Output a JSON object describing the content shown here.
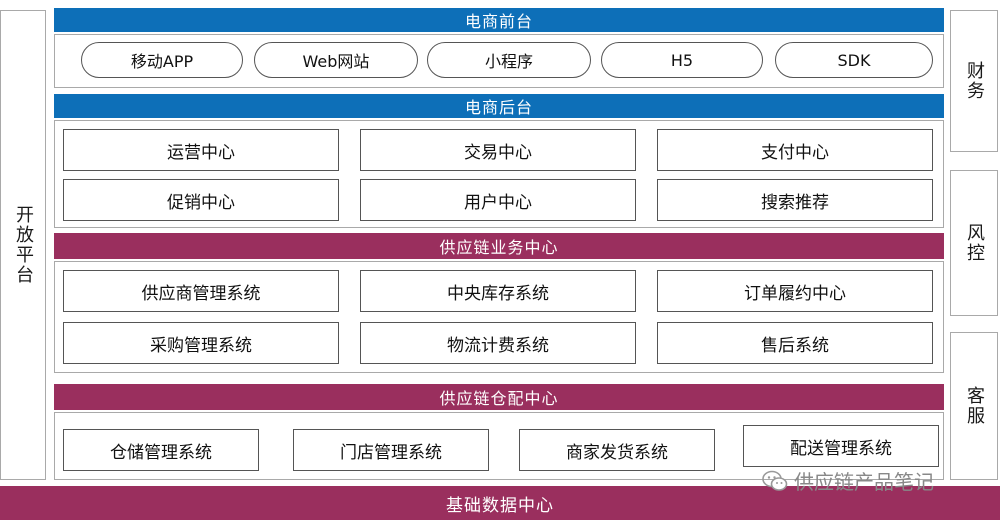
{
  "left_sidebar": {
    "label": "开放平台"
  },
  "right_sidebar": [
    {
      "label": "财务"
    },
    {
      "label": "风控"
    },
    {
      "label": "客服"
    }
  ],
  "frontend": {
    "title": "电商前台",
    "items": [
      "移动APP",
      "Web网站",
      "小程序",
      "H5",
      "SDK"
    ]
  },
  "backend": {
    "title": "电商后台",
    "items": [
      "运营中心",
      "交易中心",
      "支付中心",
      "促销中心",
      "用户中心",
      "搜索推荐"
    ]
  },
  "supply_business": {
    "title": "供应链业务中心",
    "items": [
      "供应商管理系统",
      "中央库存系统",
      "订单履约中心",
      "采购管理系统",
      "物流计费系统",
      "售后系统"
    ]
  },
  "warehouse": {
    "title": "供应链仓配中心",
    "items": [
      "仓储管理系统",
      "门店管理系统",
      "商家发货系统",
      "配送管理系统"
    ]
  },
  "base": {
    "title": "基础数据中心"
  },
  "watermark": {
    "text": "供应链产品笔记"
  },
  "colors": {
    "blue": "#0d6fb8",
    "plum": "#9a2f5e",
    "border": "#a9a9a9"
  }
}
